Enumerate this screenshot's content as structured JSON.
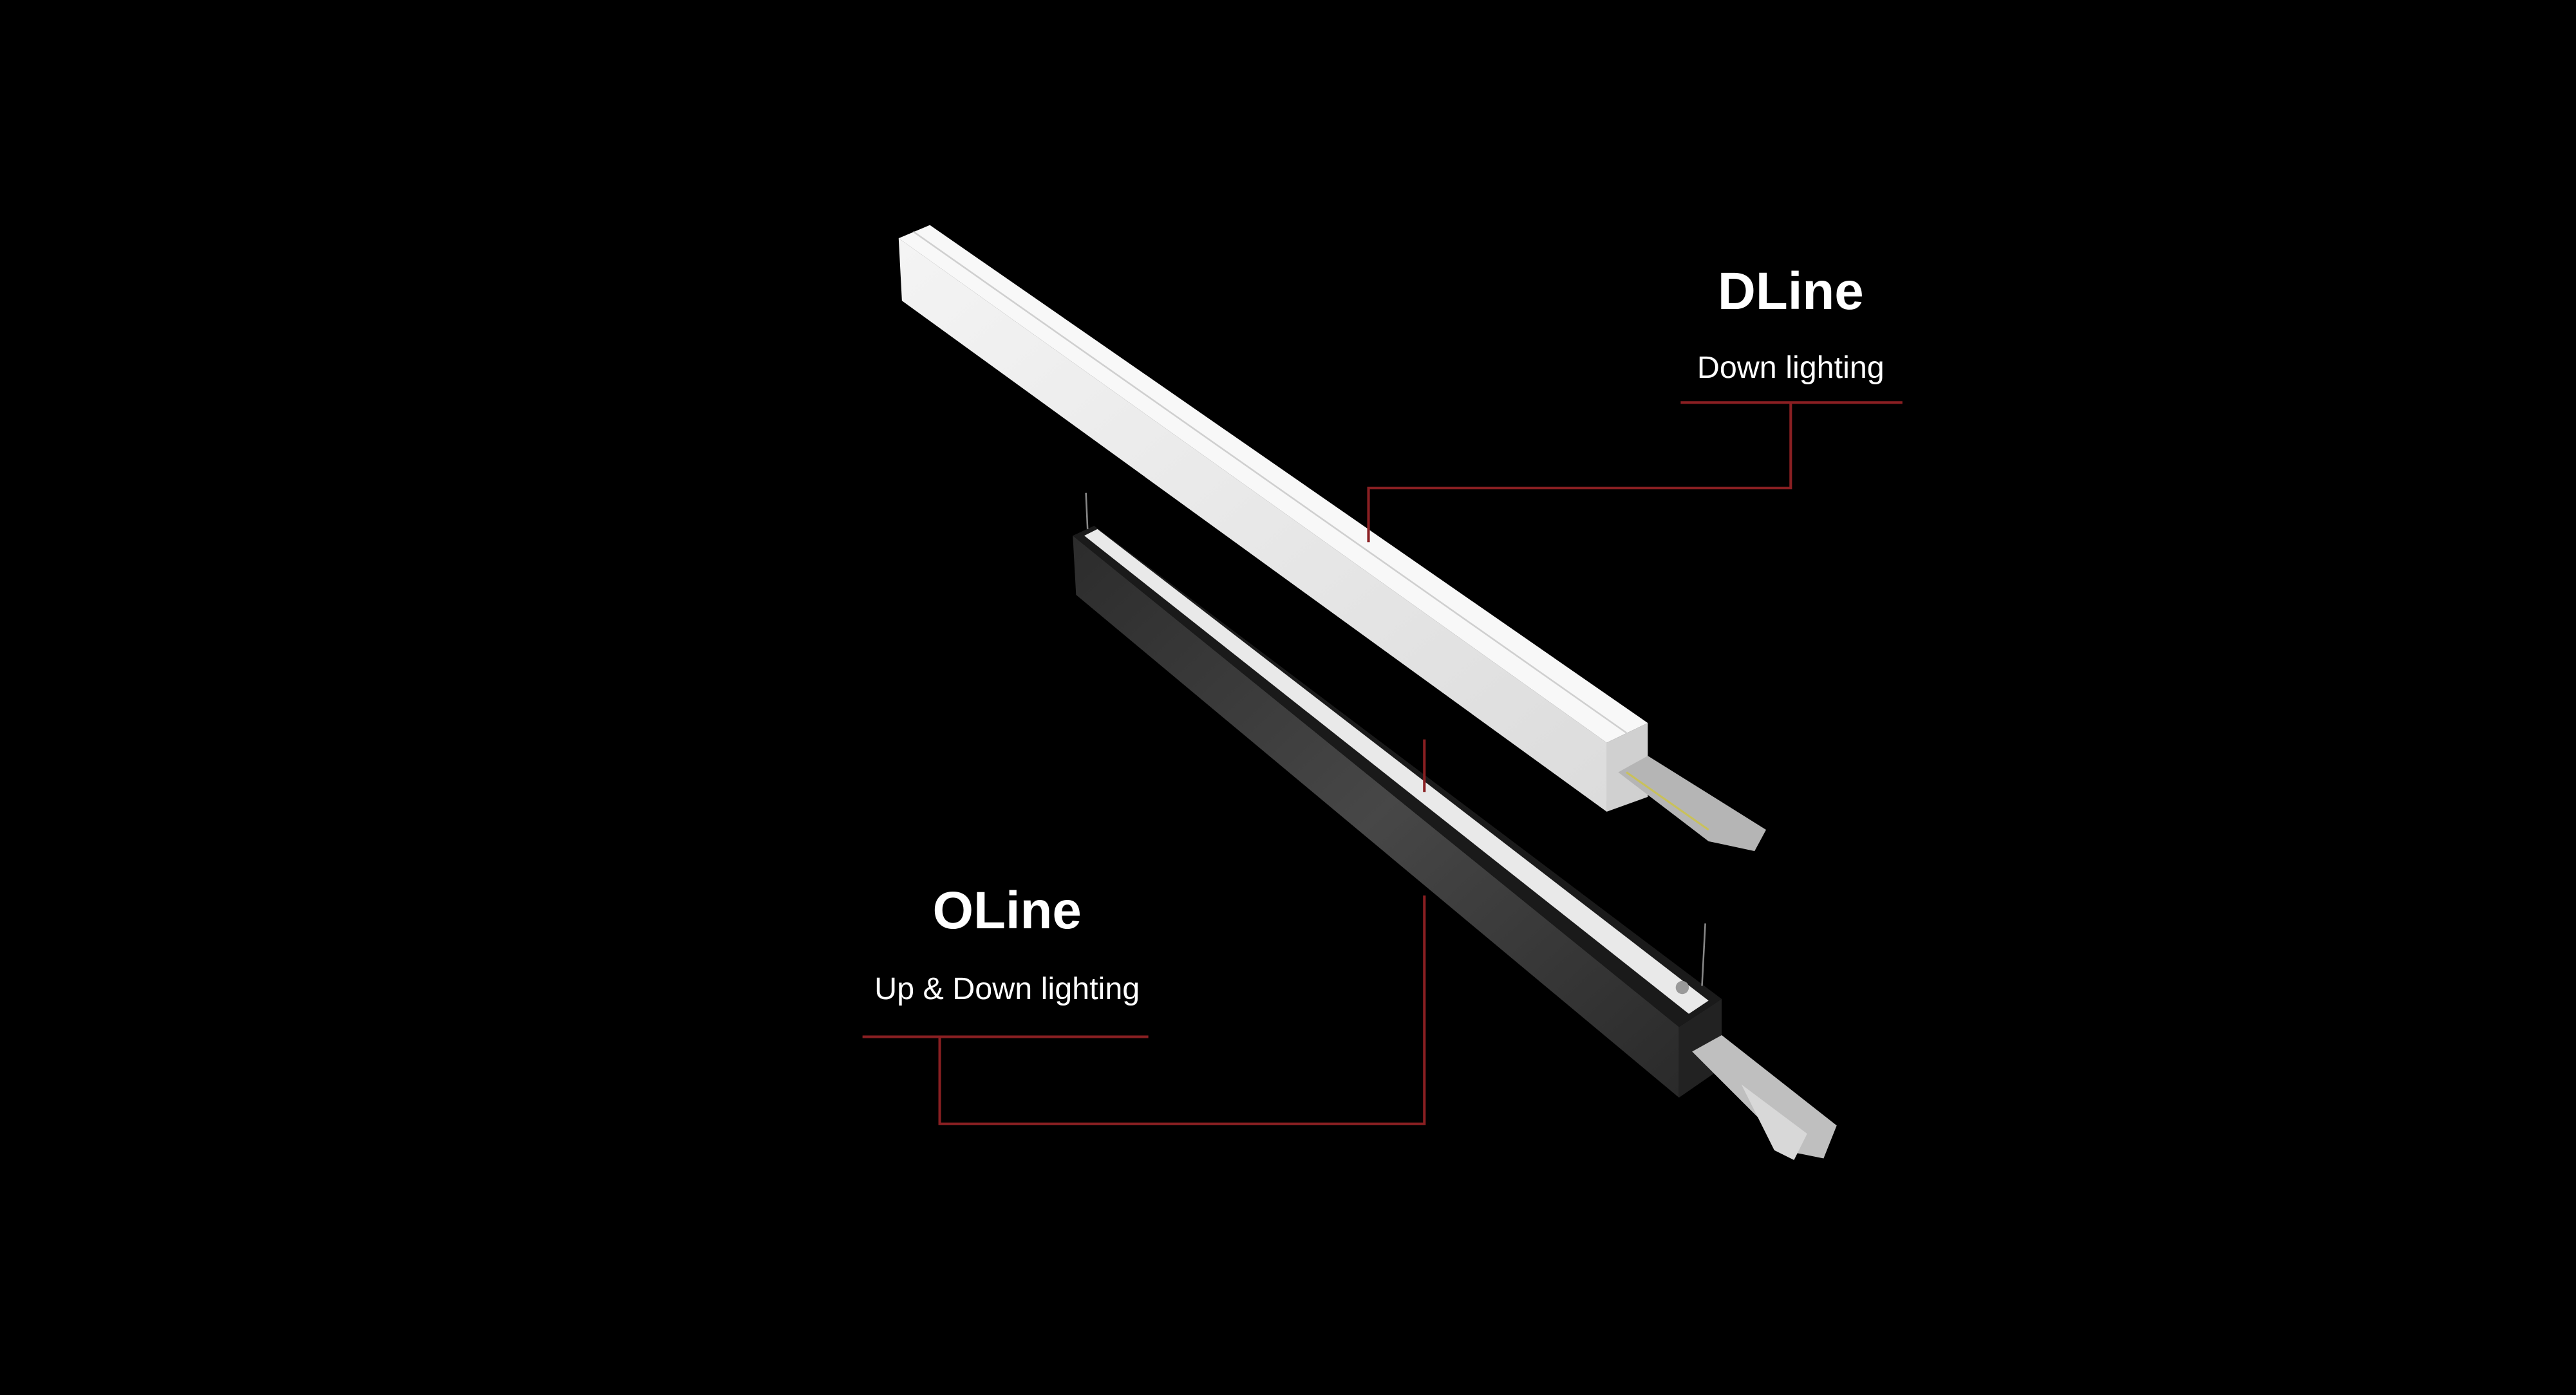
{
  "products": [
    {
      "name": "DLine",
      "description": "Down lighting",
      "body_color": "#ecedec"
    },
    {
      "name": "OLine",
      "description": "Up & Down lighting",
      "body_color": "#3a3a3a"
    }
  ],
  "colors": {
    "background": "#000000",
    "leader_line": "#8a1f22",
    "text": "#ffffff"
  }
}
